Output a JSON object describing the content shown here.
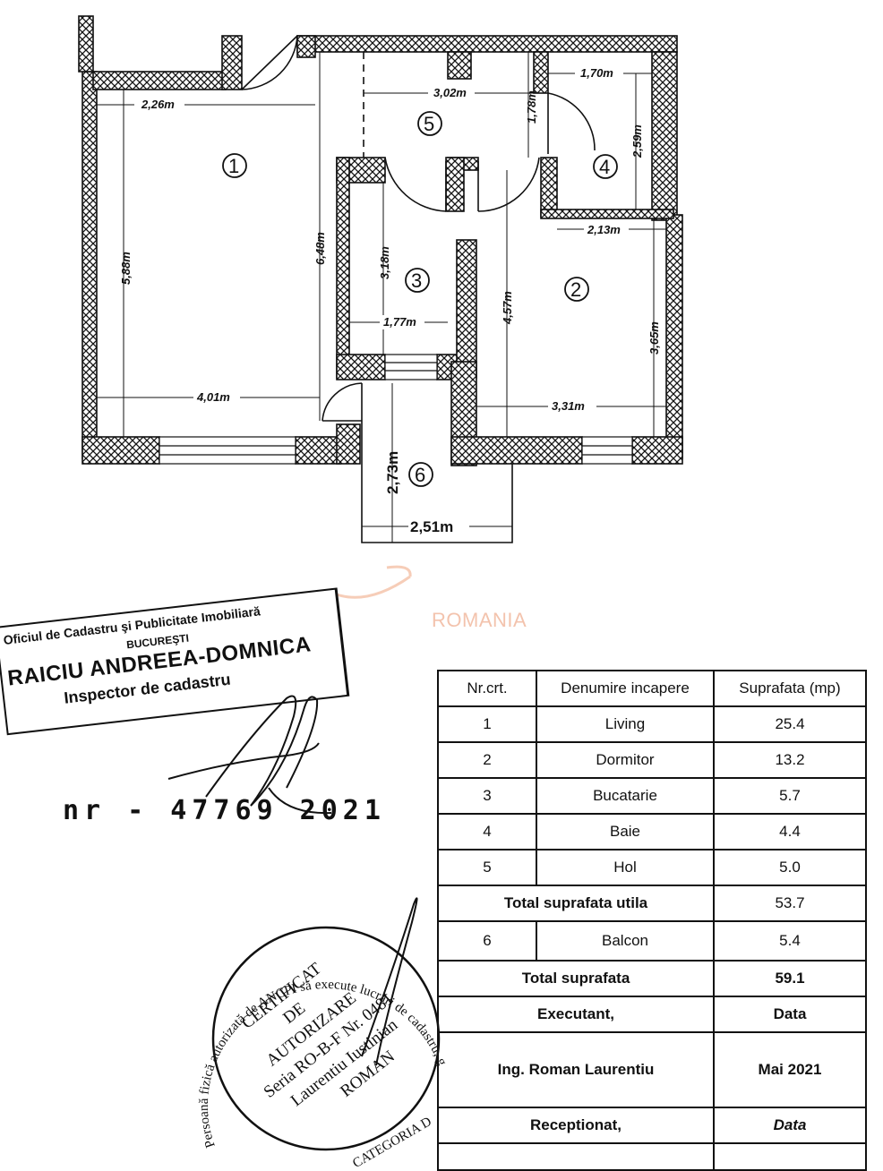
{
  "plan": {
    "rooms": [
      {
        "number": "1"
      },
      {
        "number": "2"
      },
      {
        "number": "3"
      },
      {
        "number": "4"
      },
      {
        "number": "5"
      },
      {
        "number": "6"
      }
    ],
    "dimensions": {
      "d226": "2,26m",
      "d302": "3,02m",
      "d170": "1,70m",
      "d178": "1,78m",
      "d259": "2,59m",
      "d213": "2,13m",
      "d588": "5,88m",
      "d648": "6,48m",
      "d318": "3,18m",
      "d457": "4,57m",
      "d365": "3,65m",
      "d177": "1,77m",
      "d401": "4,01m",
      "d331": "3,31m",
      "d273": "2,73m",
      "d251": "2,51m"
    }
  },
  "watermark": "ROMANIA",
  "stamp": {
    "line1": "Oficiul de Cadastru şi Publicitate Imobiliară",
    "line2": "BUCUREŞTI",
    "line3": "RAICIU ANDREEA-DOMNICA",
    "line4": "Inspector de cadastru"
  },
  "registration": "nr - 47769 2021",
  "table": {
    "headers": [
      "Nr.crt.",
      "Denumire incapere",
      "Suprafata (mp)"
    ],
    "rows": [
      {
        "nr": "1",
        "name": "Living",
        "area": "25.4"
      },
      {
        "nr": "2",
        "name": "Dormitor",
        "area": "13.2"
      },
      {
        "nr": "3",
        "name": "Bucatarie",
        "area": "5.7"
      },
      {
        "nr": "4",
        "name": "Baie",
        "area": "4.4"
      },
      {
        "nr": "5",
        "name": "Hol",
        "area": "5.0"
      }
    ],
    "total_util_label": "Total suprafata utila",
    "total_util_value": "53.7",
    "balcon": {
      "nr": "6",
      "name": "Balcon",
      "area": "5.4"
    },
    "total_label": "Total suprafata",
    "total_value": "59.1",
    "executant_label": "Executant,",
    "data_label": "Data",
    "executant_name": "Ing. Roman Laurentiu",
    "executant_date": "Mai 2021",
    "receptionat_label": "Receptionat,",
    "receptionat_data": "Data"
  },
  "certificate_stamp": {
    "outer_text": "Persoană fizică autorizată de ANCPI să execute lucrări de cadastru, geodezie și cartografie",
    "category": "CATEGORIA D",
    "line1": "CERTIFICAT",
    "line2": "DE",
    "line3": "AUTORIZARE",
    "line4": "Seria RO-B-F Nr. 0481",
    "line5": "Laurentiu Iustinian",
    "line6": "ROMAN"
  }
}
